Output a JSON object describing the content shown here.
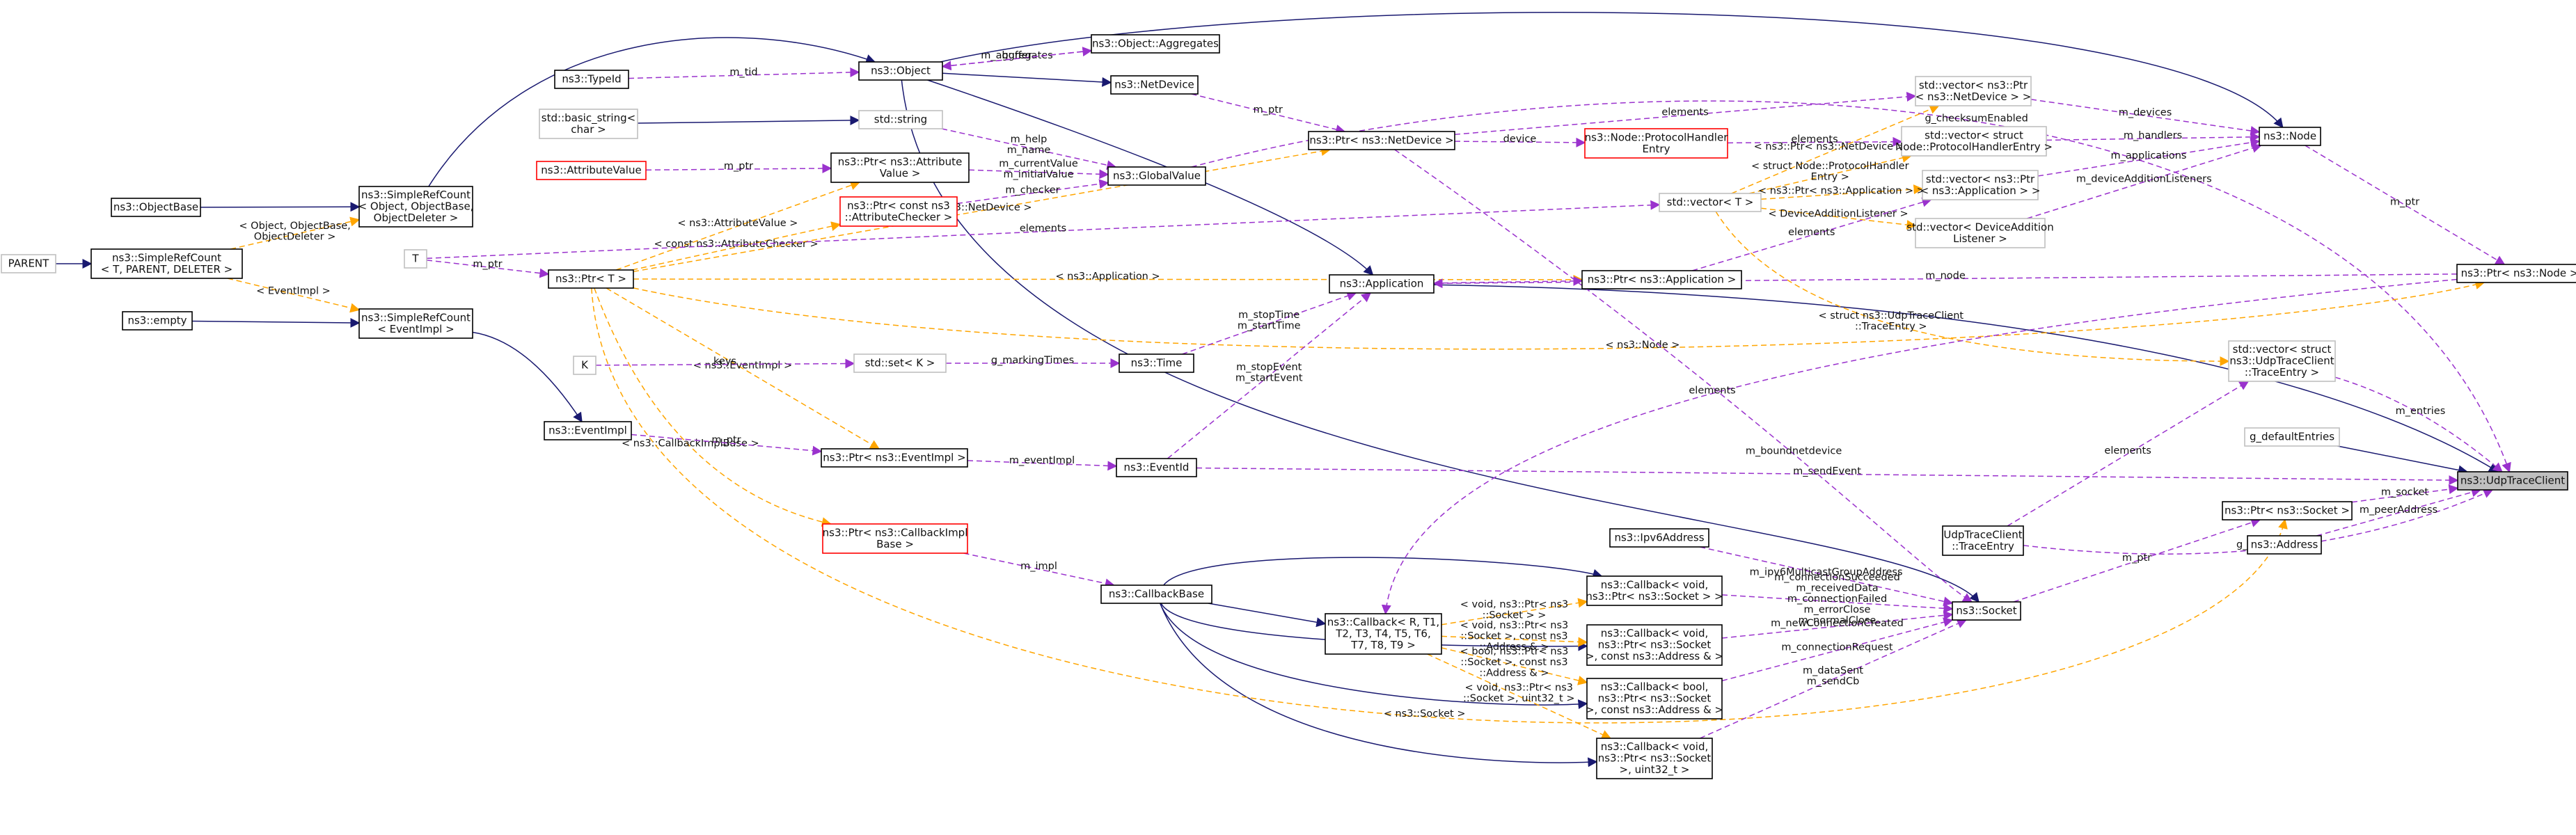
{
  "colors": {
    "inheritance": "#191970",
    "usage": "#9a32cd",
    "template": "#ffa500",
    "border_normal": "#000000",
    "border_undoc": "#bfbfbf",
    "border_missing": "#ff0000",
    "focus_fill": "#bfbfbf"
  },
  "nodes": [
    {
      "id": "udp",
      "lines": [
        "ns3::UdpTraceClient"
      ],
      "style": "focus"
    },
    {
      "id": "parent",
      "lines": [
        "PARENT"
      ],
      "style": "undoc"
    },
    {
      "id": "srcBase",
      "lines": [
        "ns3::SimpleRefCount",
        "< T, PARENT, DELETER >"
      ],
      "style": "normal"
    },
    {
      "id": "objbase",
      "lines": [
        "ns3::ObjectBase"
      ],
      "style": "normal"
    },
    {
      "id": "srcObj",
      "lines": [
        "ns3::SimpleRefCount",
        "< Object, ObjectBase,",
        "ObjectDeleter >"
      ],
      "style": "normal"
    },
    {
      "id": "empty",
      "lines": [
        "ns3::empty"
      ],
      "style": "normal"
    },
    {
      "id": "srcEv",
      "lines": [
        "ns3::SimpleRefCount",
        "< EventImpl >"
      ],
      "style": "normal"
    },
    {
      "id": "evimpl",
      "lines": [
        "ns3::EventImpl"
      ],
      "style": "normal"
    },
    {
      "id": "typeid",
      "lines": [
        "ns3::TypeId"
      ],
      "style": "normal"
    },
    {
      "id": "object",
      "lines": [
        "ns3::Object"
      ],
      "style": "normal"
    },
    {
      "id": "aggr",
      "lines": [
        "ns3::Object::Aggregates"
      ],
      "style": "normal"
    },
    {
      "id": "netdev",
      "lines": [
        "ns3::NetDevice"
      ],
      "style": "normal"
    },
    {
      "id": "bstr",
      "lines": [
        "std::basic_string<",
        "char >"
      ],
      "style": "undoc"
    },
    {
      "id": "string",
      "lines": [
        "std::string"
      ],
      "style": "undoc"
    },
    {
      "id": "attrval",
      "lines": [
        "ns3::AttributeValue"
      ],
      "style": "missing"
    },
    {
      "id": "ptrAttrVal",
      "lines": [
        "ns3::Ptr< ns3::Attribute",
        "Value >"
      ],
      "style": "normal"
    },
    {
      "id": "globalval",
      "lines": [
        "ns3::GlobalValue"
      ],
      "style": "normal"
    },
    {
      "id": "ptrAttrChk",
      "lines": [
        "ns3::Ptr< const ns3",
        "::AttributeChecker >"
      ],
      "style": "missing"
    },
    {
      "id": "T",
      "lines": [
        "T"
      ],
      "style": "undoc"
    },
    {
      "id": "ptrT",
      "lines": [
        "ns3::Ptr< T >"
      ],
      "style": "normal"
    },
    {
      "id": "K",
      "lines": [
        "K"
      ],
      "style": "undoc"
    },
    {
      "id": "setK",
      "lines": [
        "std::set< K >"
      ],
      "style": "undoc"
    },
    {
      "id": "time",
      "lines": [
        "ns3::Time"
      ],
      "style": "normal"
    },
    {
      "id": "app",
      "lines": [
        "ns3::Application"
      ],
      "style": "normal"
    },
    {
      "id": "ptrEvImpl",
      "lines": [
        "ns3::Ptr< ns3::EventImpl >"
      ],
      "style": "normal"
    },
    {
      "id": "eventid",
      "lines": [
        "ns3::EventId"
      ],
      "style": "normal"
    },
    {
      "id": "ptrCbImpl",
      "lines": [
        "ns3::Ptr< ns3::CallbackImpl",
        "Base >"
      ],
      "style": "missing"
    },
    {
      "id": "cbbase",
      "lines": [
        "ns3::CallbackBase"
      ],
      "style": "normal"
    },
    {
      "id": "cbTemplate",
      "lines": [
        "ns3::Callback< R, T1,",
        "T2, T3, T4, T5, T6,",
        "T7, T8, T9 >"
      ],
      "style": "normal"
    },
    {
      "id": "ptrNetDev",
      "lines": [
        "ns3::Ptr< ns3::NetDevice >"
      ],
      "style": "normal"
    },
    {
      "id": "protoHandler",
      "lines": [
        "ns3::Node::ProtocolHandler",
        "Entry"
      ],
      "style": "missing"
    },
    {
      "id": "vecT",
      "lines": [
        "std::vector< T >"
      ],
      "style": "undoc"
    },
    {
      "id": "ptrApp",
      "lines": [
        "ns3::Ptr< ns3::Application >"
      ],
      "style": "normal"
    },
    {
      "id": "vecPtrNetDev",
      "lines": [
        "std::vector< ns3::Ptr",
        "< ns3::NetDevice > >"
      ],
      "style": "undoc"
    },
    {
      "id": "vecProto",
      "lines": [
        "std::vector< struct",
        "Node::ProtocolHandlerEntry >"
      ],
      "style": "undoc"
    },
    {
      "id": "vecPtrApp",
      "lines": [
        "std::vector< ns3::Ptr",
        "< ns3::Application > >"
      ],
      "style": "undoc"
    },
    {
      "id": "vecDevAdd",
      "lines": [
        "std::vector< DeviceAddition",
        "Listener >"
      ],
      "style": "undoc"
    },
    {
      "id": "node",
      "lines": [
        "ns3::Node"
      ],
      "style": "normal"
    },
    {
      "id": "ptrNode",
      "lines": [
        "ns3::Ptr< ns3::Node >"
      ],
      "style": "normal"
    },
    {
      "id": "vecTrace",
      "lines": [
        "std::vector< struct",
        "ns3::UdpTraceClient",
        "::TraceEntry >"
      ],
      "style": "undoc"
    },
    {
      "id": "defEntries",
      "lines": [
        "g_defaultEntries"
      ],
      "style": "undoc"
    },
    {
      "id": "traceEntry",
      "lines": [
        "UdpTraceClient",
        "::TraceEntry"
      ],
      "style": "normal"
    },
    {
      "id": "ipv6",
      "lines": [
        "ns3::Ipv6Address"
      ],
      "style": "normal"
    },
    {
      "id": "cbVoidSock",
      "lines": [
        "ns3::Callback< void,",
        "ns3::Ptr< ns3::Socket > >"
      ],
      "style": "normal"
    },
    {
      "id": "cbVoidSockAddr",
      "lines": [
        "ns3::Callback< void,",
        "ns3::Ptr< ns3::Socket",
        ">, const ns3::Address & >"
      ],
      "style": "normal"
    },
    {
      "id": "cbBoolSockAddr",
      "lines": [
        "ns3::Callback< bool,",
        "ns3::Ptr< ns3::Socket",
        ">, const ns3::Address & >"
      ],
      "style": "normal"
    },
    {
      "id": "cbVoidSockU32",
      "lines": [
        "ns3::Callback< void,",
        "ns3::Ptr< ns3::Socket",
        ">, uint32_t >"
      ],
      "style": "normal"
    },
    {
      "id": "socket",
      "lines": [
        "ns3::Socket"
      ],
      "style": "normal"
    },
    {
      "id": "ptrSocket",
      "lines": [
        "ns3::Ptr< ns3::Socket >"
      ],
      "style": "normal"
    },
    {
      "id": "address",
      "lines": [
        "ns3::Address"
      ],
      "style": "normal"
    }
  ],
  "edges": [
    {
      "from": "parent",
      "to": "srcBase",
      "kind": "inheritance",
      "label": []
    },
    {
      "from": "objbase",
      "to": "srcObj",
      "kind": "inheritance",
      "label": []
    },
    {
      "from": "empty",
      "to": "srcEv",
      "kind": "inheritance",
      "label": []
    },
    {
      "from": "srcObj",
      "to": "object",
      "kind": "inheritance",
      "label": []
    },
    {
      "from": "srcEv",
      "to": "evimpl",
      "kind": "inheritance",
      "label": []
    },
    {
      "from": "object",
      "to": "node",
      "kind": "inheritance",
      "label": []
    },
    {
      "from": "object",
      "to": "netdev",
      "kind": "inheritance",
      "label": []
    },
    {
      "from": "object",
      "to": "app",
      "kind": "inheritance",
      "label": []
    },
    {
      "from": "object",
      "to": "socket",
      "kind": "inheritance",
      "label": []
    },
    {
      "from": "bstr",
      "to": "string",
      "kind": "inheritance",
      "label": []
    },
    {
      "from": "app",
      "to": "udp",
      "kind": "inheritance",
      "label": []
    },
    {
      "from": "defEntries",
      "to": "udp",
      "kind": "inheritance",
      "label": []
    },
    {
      "from": "cbbase",
      "to": "cbTemplate",
      "kind": "inheritance",
      "label": []
    },
    {
      "from": "cbbase",
      "to": "cbVoidSock",
      "kind": "inheritance",
      "label": []
    },
    {
      "from": "cbbase",
      "to": "cbVoidSockAddr",
      "kind": "inheritance",
      "label": []
    },
    {
      "from": "cbbase",
      "to": "cbBoolSockAddr",
      "kind": "inheritance",
      "label": []
    },
    {
      "from": "cbbase",
      "to": "cbVoidSockU32",
      "kind": "inheritance",
      "label": []
    },
    {
      "from": "srcBase",
      "to": "srcObj",
      "kind": "template",
      "label": [
        "< Object, ObjectBase,",
        "ObjectDeleter >"
      ]
    },
    {
      "from": "srcBase",
      "to": "srcEv",
      "kind": "template",
      "label": [
        "< EventImpl >"
      ]
    },
    {
      "from": "typeid",
      "to": "object",
      "kind": "usage",
      "label": [
        "m_tid"
      ]
    },
    {
      "from": "aggr",
      "to": "object",
      "kind": "usage",
      "label": [
        "m_aggregates"
      ]
    },
    {
      "from": "object",
      "to": "aggr",
      "kind": "usage",
      "label": [
        "buffer"
      ]
    },
    {
      "from": "attrval",
      "to": "ptrAttrVal",
      "kind": "usage",
      "label": [
        "m_ptr"
      ]
    },
    {
      "from": "ptrAttrVal",
      "to": "globalval",
      "kind": "usage",
      "label": [
        "m_currentValue",
        "m_initialValue"
      ]
    },
    {
      "from": "string",
      "to": "globalval",
      "kind": "usage",
      "label": [
        "m_help",
        "m_name"
      ]
    },
    {
      "from": "ptrAttrChk",
      "to": "globalval",
      "kind": "usage",
      "label": [
        "m_checker"
      ]
    },
    {
      "from": "globalval",
      "to": "udp",
      "kind": "usage",
      "label": [
        "g_checksumEnabled"
      ]
    },
    {
      "from": "T",
      "to": "ptrT",
      "kind": "usage",
      "label": [
        "m_ptr"
      ]
    },
    {
      "from": "ptrT",
      "to": "ptrAttrVal",
      "kind": "template",
      "label": [
        "< ns3::AttributeValue >"
      ]
    },
    {
      "from": "ptrT",
      "to": "ptrAttrChk",
      "kind": "template",
      "label": [
        "< const ns3::AttributeChecker >"
      ]
    },
    {
      "from": "ptrT",
      "to": "ptrEvImpl",
      "kind": "template",
      "label": [
        "< ns3::EventImpl >"
      ]
    },
    {
      "from": "ptrT",
      "to": "ptrCbImpl",
      "kind": "template",
      "label": [
        "< ns3::CallbackImplBase >"
      ]
    },
    {
      "from": "ptrT",
      "to": "ptrNetDev",
      "kind": "template",
      "label": [
        "< ns3::NetDevice >"
      ]
    },
    {
      "from": "ptrT",
      "to": "ptrApp",
      "kind": "template",
      "label": [
        "< ns3::Application >"
      ]
    },
    {
      "from": "ptrT",
      "to": "ptrNode",
      "kind": "template",
      "label": [
        "< ns3::Node >"
      ]
    },
    {
      "from": "ptrT",
      "to": "ptrSocket",
      "kind": "template",
      "label": [
        "< ns3::Socket >"
      ]
    },
    {
      "from": "K",
      "to": "setK",
      "kind": "usage",
      "label": [
        "keys"
      ]
    },
    {
      "from": "setK",
      "to": "time",
      "kind": "usage",
      "label": [
        "g_markingTimes"
      ]
    },
    {
      "from": "time",
      "to": "app",
      "kind": "usage",
      "label": [
        "m_stopTime",
        "m_startTime"
      ]
    },
    {
      "from": "evimpl",
      "to": "ptrEvImpl",
      "kind": "usage",
      "label": [
        "m_ptr"
      ]
    },
    {
      "from": "ptrEvImpl",
      "to": "eventid",
      "kind": "usage",
      "label": [
        "m_eventImpl"
      ]
    },
    {
      "from": "eventid",
      "to": "app",
      "kind": "usage",
      "label": [
        "m_stopEvent",
        "m_startEvent"
      ]
    },
    {
      "from": "eventid",
      "to": "udp",
      "kind": "usage",
      "label": [
        "m_sendEvent"
      ]
    },
    {
      "from": "ptrCbImpl",
      "to": "cbbase",
      "kind": "usage",
      "label": [
        "m_impl"
      ]
    },
    {
      "from": "netdev",
      "to": "ptrNetDev",
      "kind": "usage",
      "label": [
        "m_ptr"
      ]
    },
    {
      "from": "ptrNetDev",
      "to": "protoHandler",
      "kind": "usage",
      "label": [
        "device"
      ]
    },
    {
      "from": "ptrNetDev",
      "to": "vecPtrNetDev",
      "kind": "usage",
      "label": [
        "elements"
      ]
    },
    {
      "from": "ptrNetDev",
      "to": "socket",
      "kind": "usage",
      "label": [
        "m_boundnetdevice"
      ]
    },
    {
      "from": "protoHandler",
      "to": "vecProto",
      "kind": "usage",
      "label": [
        "elements"
      ]
    },
    {
      "from": "T",
      "to": "vecT",
      "kind": "usage",
      "label": [
        "elements"
      ]
    },
    {
      "from": "vecT",
      "to": "vecPtrNetDev",
      "kind": "template",
      "label": [
        "< ns3::Ptr< ns3::NetDevice > >"
      ]
    },
    {
      "from": "vecT",
      "to": "vecProto",
      "kind": "template",
      "label": [
        "< struct Node::ProtocolHandler",
        "Entry >"
      ]
    },
    {
      "from": "vecT",
      "to": "vecPtrApp",
      "kind": "template",
      "label": [
        "< ns3::Ptr< ns3::Application > >"
      ]
    },
    {
      "from": "vecT",
      "to": "vecDevAdd",
      "kind": "template",
      "label": [
        "< DeviceAdditionListener >"
      ]
    },
    {
      "from": "vecT",
      "to": "vecTrace",
      "kind": "template",
      "label": [
        "< struct ns3::UdpTraceClient",
        "::TraceEntry >"
      ]
    },
    {
      "from": "app",
      "to": "ptrApp",
      "kind": "usage",
      "label": []
    },
    {
      "from": "ptrApp",
      "to": "vecPtrApp",
      "kind": "usage",
      "label": [
        "elements"
      ]
    },
    {
      "from": "vecPtrNetDev",
      "to": "node",
      "kind": "usage",
      "label": [
        "m_devices"
      ]
    },
    {
      "from": "vecProto",
      "to": "node",
      "kind": "usage",
      "label": [
        "m_handlers"
      ]
    },
    {
      "from": "vecPtrApp",
      "to": "node",
      "kind": "usage",
      "label": [
        "m_applications"
      ]
    },
    {
      "from": "vecDevAdd",
      "to": "node",
      "kind": "usage",
      "label": [
        "m_deviceAdditionListeners"
      ]
    },
    {
      "from": "node",
      "to": "ptrNode",
      "kind": "usage",
      "label": [
        "m_ptr"
      ]
    },
    {
      "from": "ptrNode",
      "to": "app",
      "kind": "usage",
      "label": [
        "m_node"
      ]
    },
    {
      "from": "ptrNode",
      "to": "cbTemplate",
      "kind": "usage",
      "label": [
        "elements"
      ]
    },
    {
      "from": "vecTrace",
      "to": "udp",
      "kind": "usage",
      "label": [
        "m_entries"
      ]
    },
    {
      "from": "traceEntry",
      "to": "vecTrace",
      "kind": "usage",
      "label": [
        "elements"
      ]
    },
    {
      "from": "traceEntry",
      "to": "udp",
      "kind": "usage",
      "label": [
        "g_defaultEntries"
      ]
    },
    {
      "from": "ipv6",
      "to": "socket",
      "kind": "usage",
      "label": [
        "m_ipv6MulticastGroupAddress"
      ]
    },
    {
      "from": "cbVoidSock",
      "to": "socket",
      "kind": "usage",
      "label": [
        "m_connectionSucceeded",
        "m_receivedData",
        "m_connectionFailed",
        "m_errorClose",
        "m_normalClose"
      ]
    },
    {
      "from": "cbVoidSockAddr",
      "to": "socket",
      "kind": "usage",
      "label": [
        "m_newConnectionCreated"
      ]
    },
    {
      "from": "cbBoolSockAddr",
      "to": "socket",
      "kind": "usage",
      "label": [
        "m_connectionRequest"
      ]
    },
    {
      "from": "cbVoidSockU32",
      "to": "socket",
      "kind": "usage",
      "label": [
        "m_dataSent",
        "m_sendCb"
      ]
    },
    {
      "from": "cbTemplate",
      "to": "cbVoidSock",
      "kind": "template",
      "label": [
        "< void, ns3::Ptr< ns3",
        "::Socket > >"
      ]
    },
    {
      "from": "cbTemplate",
      "to": "cbVoidSockAddr",
      "kind": "template",
      "label": [
        "< void, ns3::Ptr< ns3",
        "::Socket >, const ns3",
        "::Address & >"
      ]
    },
    {
      "from": "cbTemplate",
      "to": "cbBoolSockAddr",
      "kind": "template",
      "label": [
        "< bool, ns3::Ptr< ns3",
        "::Socket >, const ns3",
        "::Address & >"
      ]
    },
    {
      "from": "cbTemplate",
      "to": "cbVoidSockU32",
      "kind": "template",
      "label": [
        "< void, ns3::Ptr< ns3",
        "::Socket >, uint32_t >"
      ]
    },
    {
      "from": "socket",
      "to": "ptrSocket",
      "kind": "usage",
      "label": [
        "m_ptr"
      ]
    },
    {
      "from": "ptrSocket",
      "to": "udp",
      "kind": "usage",
      "label": [
        "m_socket"
      ]
    },
    {
      "from": "address",
      "to": "udp",
      "kind": "usage",
      "label": [
        "m_peerAddress"
      ]
    }
  ]
}
